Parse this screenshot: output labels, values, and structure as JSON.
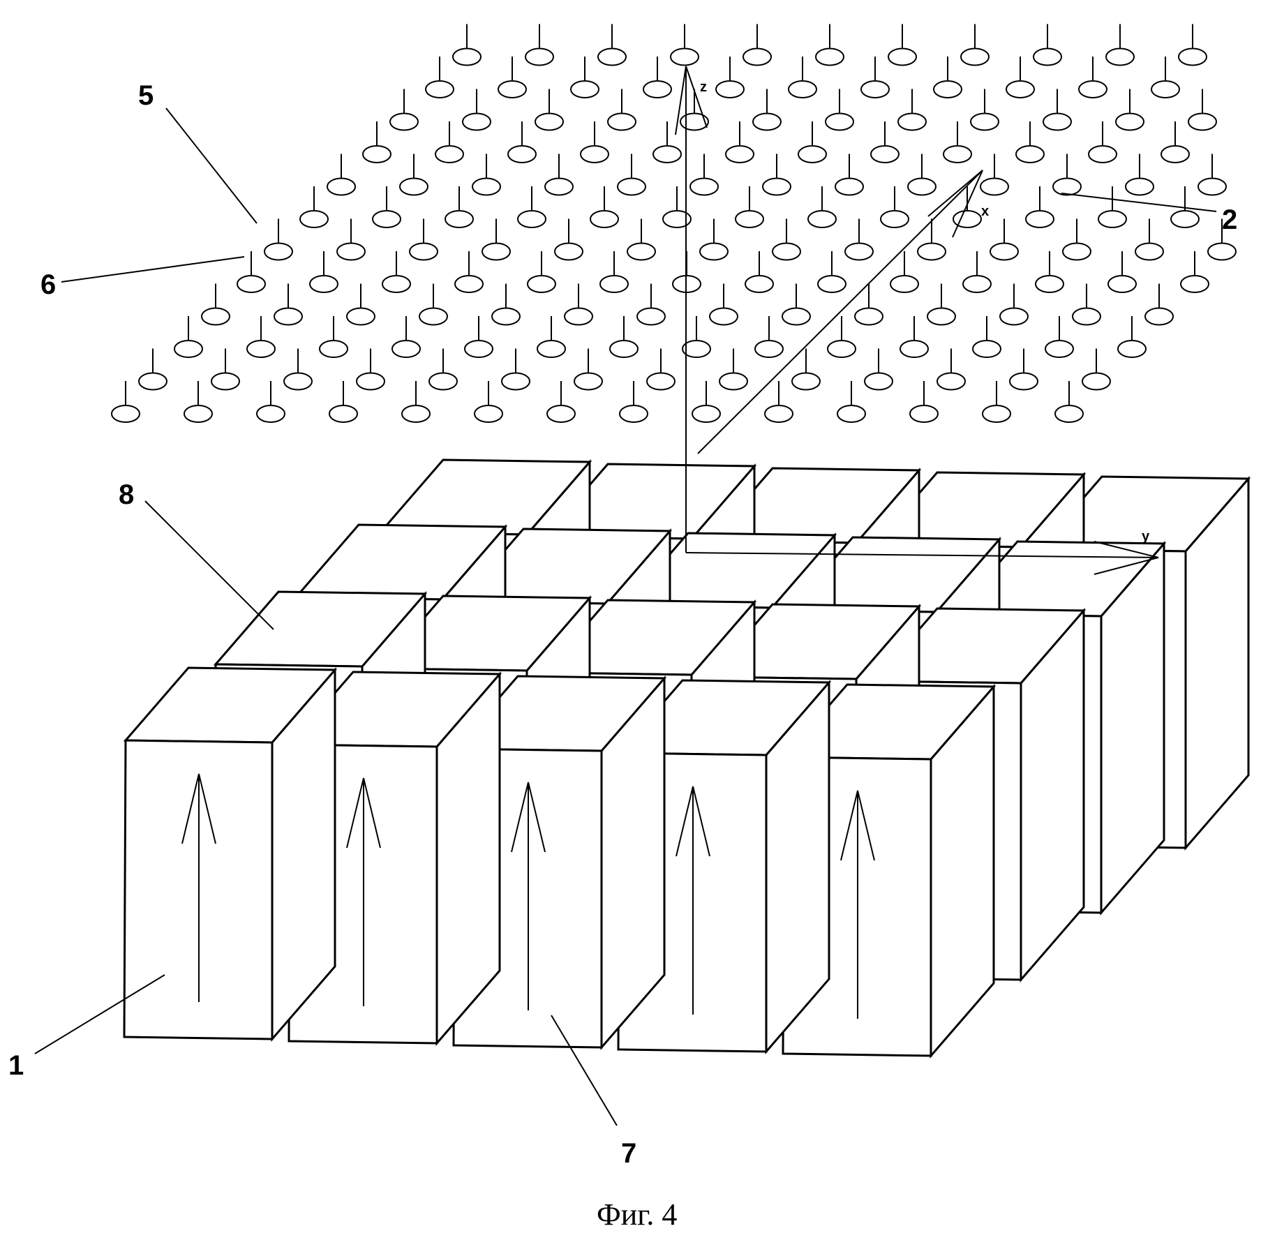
{
  "figure": {
    "caption": "Фиг. 4",
    "reference_numerals": {
      "magnet_block": "1",
      "spin_plane": "2",
      "spin_vector": "5",
      "spin_particle": "6",
      "magnetization_arrow": "7",
      "magnet_top_face": "8"
    },
    "axes": {
      "x": "x",
      "y": "y",
      "z": "z"
    },
    "magnet_grid": {
      "rows": 4,
      "columns": 5
    },
    "spin_lattice": {
      "rows": 12,
      "columns": 14
    }
  },
  "colors": {
    "line": "#000000",
    "background": "#ffffff"
  }
}
